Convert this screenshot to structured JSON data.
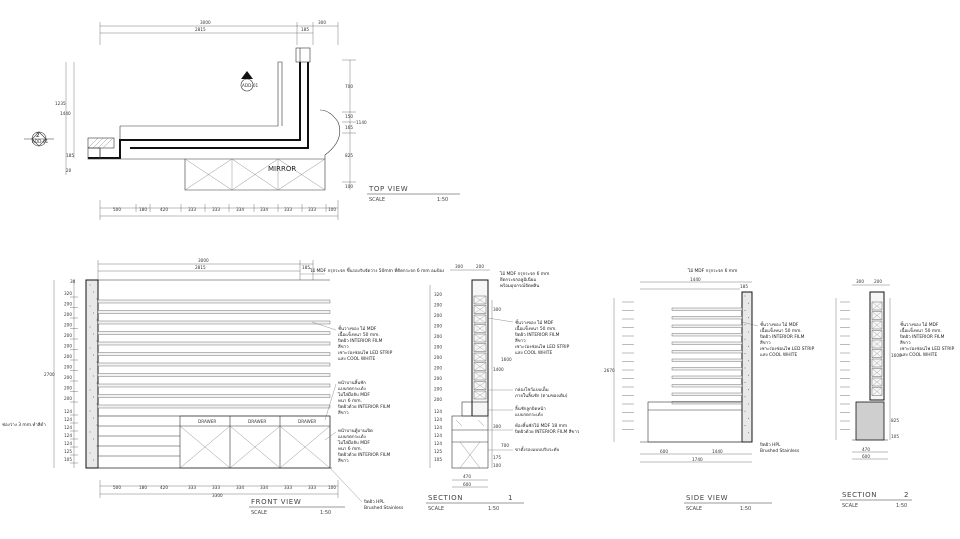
{
  "views": {
    "top": {
      "title": "TOP VIEW",
      "scale_label": "SCALE",
      "scale": "1:50",
      "mirror_label": "MIRROR",
      "dims_top": [
        "3000",
        "2815",
        "185",
        "300"
      ],
      "dims_left": [
        "1235",
        "1440",
        "185",
        "20"
      ],
      "dims_right": [
        "700",
        "150",
        "165",
        "1140",
        "825",
        "100"
      ],
      "dims_bottom": [
        "500",
        "180",
        "420",
        "333",
        "333",
        "334",
        "334",
        "333",
        "333",
        "100"
      ],
      "section_marker": "2",
      "section_marker_sub": "ADD-01",
      "section_marker_2_sub": "ADD-01"
    },
    "front": {
      "title": "FRONT VIEW",
      "scale_label": "SCALE",
      "scale": "1:50",
      "dims_top": [
        "3000",
        "2815",
        "185"
      ],
      "dims_total_height": "2700",
      "dims_left": [
        "320",
        "200",
        "200",
        "200",
        "200",
        "200",
        "200",
        "200",
        "200",
        "200",
        "200",
        "124",
        "124",
        "124",
        "124",
        "124",
        "125",
        "105"
      ],
      "dims_left_top": "30",
      "dims_bottom": [
        "500",
        "180",
        "420",
        "333",
        "333",
        "334",
        "334",
        "333",
        "333",
        "100"
      ],
      "dims_bottom_total": "3300",
      "left_note": "ช่องว่าง 3 mm.ทำสีดำ",
      "drawer_labels": [
        "DRAWER",
        "DRAWER",
        "DRAWER"
      ],
      "notes": [
        "ไม้ MDF กรุกระจก ขึ้นรองรับจัดวาง 50mm ที่ติดกระจก 6 mm อมป้อง",
        "ชั้นวางของ ไม้ MDF\nเนื้อแข็งหนา 50 mm.\nปิดผิว INTERIOR FILM\nสีขาว\nเซาะร่องซ่อนไฟ LED STRIP\nแสง COOL WHITE",
        "หน้าบานลิ้นชัก\nแบบกดกระเด้ง\nไม่ใส่มือจับ MDF\nหนา 6 mm.\nปิดผิวด้วย INTERIOR FILM\nสีขาว",
        "หน้าบานตู้บานเปิด\nแบบกดกระเด้ง\nไม่ใส่มือจับ MDF\nหนา 6 mm.\nปิดผิวด้วย INTERIOR FILM\nสีขาว",
        "ปิดผิว HPL\nBrushed Stainless"
      ]
    },
    "section1": {
      "title": "SECTION",
      "number": "1",
      "scale_label": "SCALE",
      "scale": "1:50",
      "dims_top": [
        "300",
        "200"
      ],
      "dims_left": [
        "320",
        "200",
        "200",
        "200",
        "200",
        "200",
        "200",
        "200",
        "200",
        "200",
        "200",
        "124",
        "124",
        "124",
        "124",
        "124",
        "125",
        "105"
      ],
      "dims_right": [
        "300",
        "1600",
        "1400",
        "300",
        "700",
        "175",
        "100"
      ],
      "dims_bottom": [
        "470",
        "600"
      ],
      "notes": [
        "ไม้ MDF กรุกระจก 6 mm\nยึดกระจกอลูมิเนียม\nพร้อมอุปกรณ์จัดพลิน",
        "ชั้นวางของ ไม้ MDF\nเนื้อแข็งหนา 50 mm.\nปิดผิว INTERIOR FILM\nสีขาว\nเซาะร่องซ่อนไฟ LED STRIP\nแสง COOL WHITE",
        "กล่องโชว์แบบเต็ม\nภายในลิ้นชัก (ตามของเดิม)",
        "ลิ้นชักลูกบิดหน้า\nแบบกดกระเด้ง",
        "ท้องลิ้นชักไม้ MDF 18 mm\nปิดผิวด้วย INTERIOR FILM สีขาว",
        "ขาตั้งรองแบบปรับระดับ"
      ]
    },
    "side": {
      "title": "SIDE VIEW",
      "scale_label": "SCALE",
      "scale": "1:50",
      "dims_top": [
        "1440",
        "185"
      ],
      "dims_total_height": "2670",
      "dims_bottom": [
        "600",
        "1440"
      ],
      "dims_bottom_total": "1740",
      "notes": [
        "ไม้ MDF กรุกระจก 6 mm",
        "ชั้นวางของ ไม้ MDF\nเนื้อแข็งหนา 50 mm.\nปิดผิว INTERIOR FILM\nสีขาว\nเซาะร่องซ่อนไฟ LED STRIP\nแสง COOL WHITE",
        "ปิดผิว HPL\nBrushed Stainless"
      ]
    },
    "section2": {
      "title": "SECTION",
      "number": "2",
      "scale_label": "SCALE",
      "scale": "1:50",
      "dims_top": [
        "300",
        "200"
      ],
      "dims_right": [
        "1600",
        "825",
        "105"
      ],
      "dims_bottom": [
        "470",
        "600"
      ],
      "notes": [
        "ชั้นวางของ ไม้ MDF\nเนื้อแข็งหนา 50 mm.\nปิดผิว INTERIOR FILM\nสีขาว\nเซาะร่องซ่อนไฟ LED STRIP\nแสง COOL WHITE"
      ]
    }
  }
}
